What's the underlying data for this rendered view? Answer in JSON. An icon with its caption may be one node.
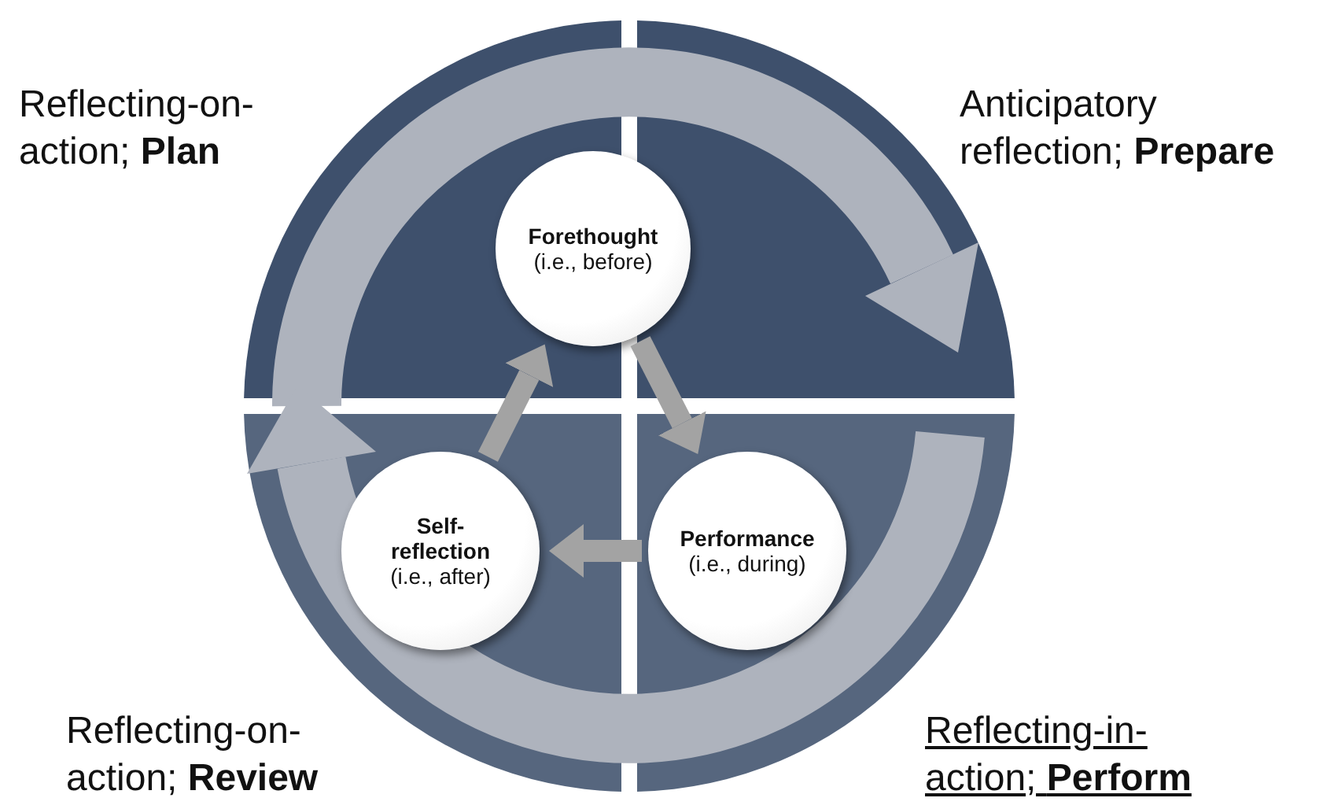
{
  "diagram": {
    "nodes": [
      {
        "text": [
          "Forethought",
          "(i.e., before)"
        ]
      },
      {
        "text": [
          "Performance",
          "(i.e., during)"
        ]
      },
      {
        "text": [
          "Self-reflection",
          "(i.e., after)"
        ]
      }
    ],
    "edges": [
      {
        "from": 0,
        "to": 1,
        "arrow": "to"
      },
      {
        "from": 1,
        "to": 2,
        "arrow": "to"
      },
      {
        "from": 2,
        "to": 0,
        "arrow": "to"
      }
    ],
    "labels": [
      "Reflecting-on-action; **Plan**",
      "Anticipatory reflection; **Prepare**",
      "Reflecting-on-action; **Review**",
      "Reflecting-in-action; **Perform**"
    ]
  }
}
